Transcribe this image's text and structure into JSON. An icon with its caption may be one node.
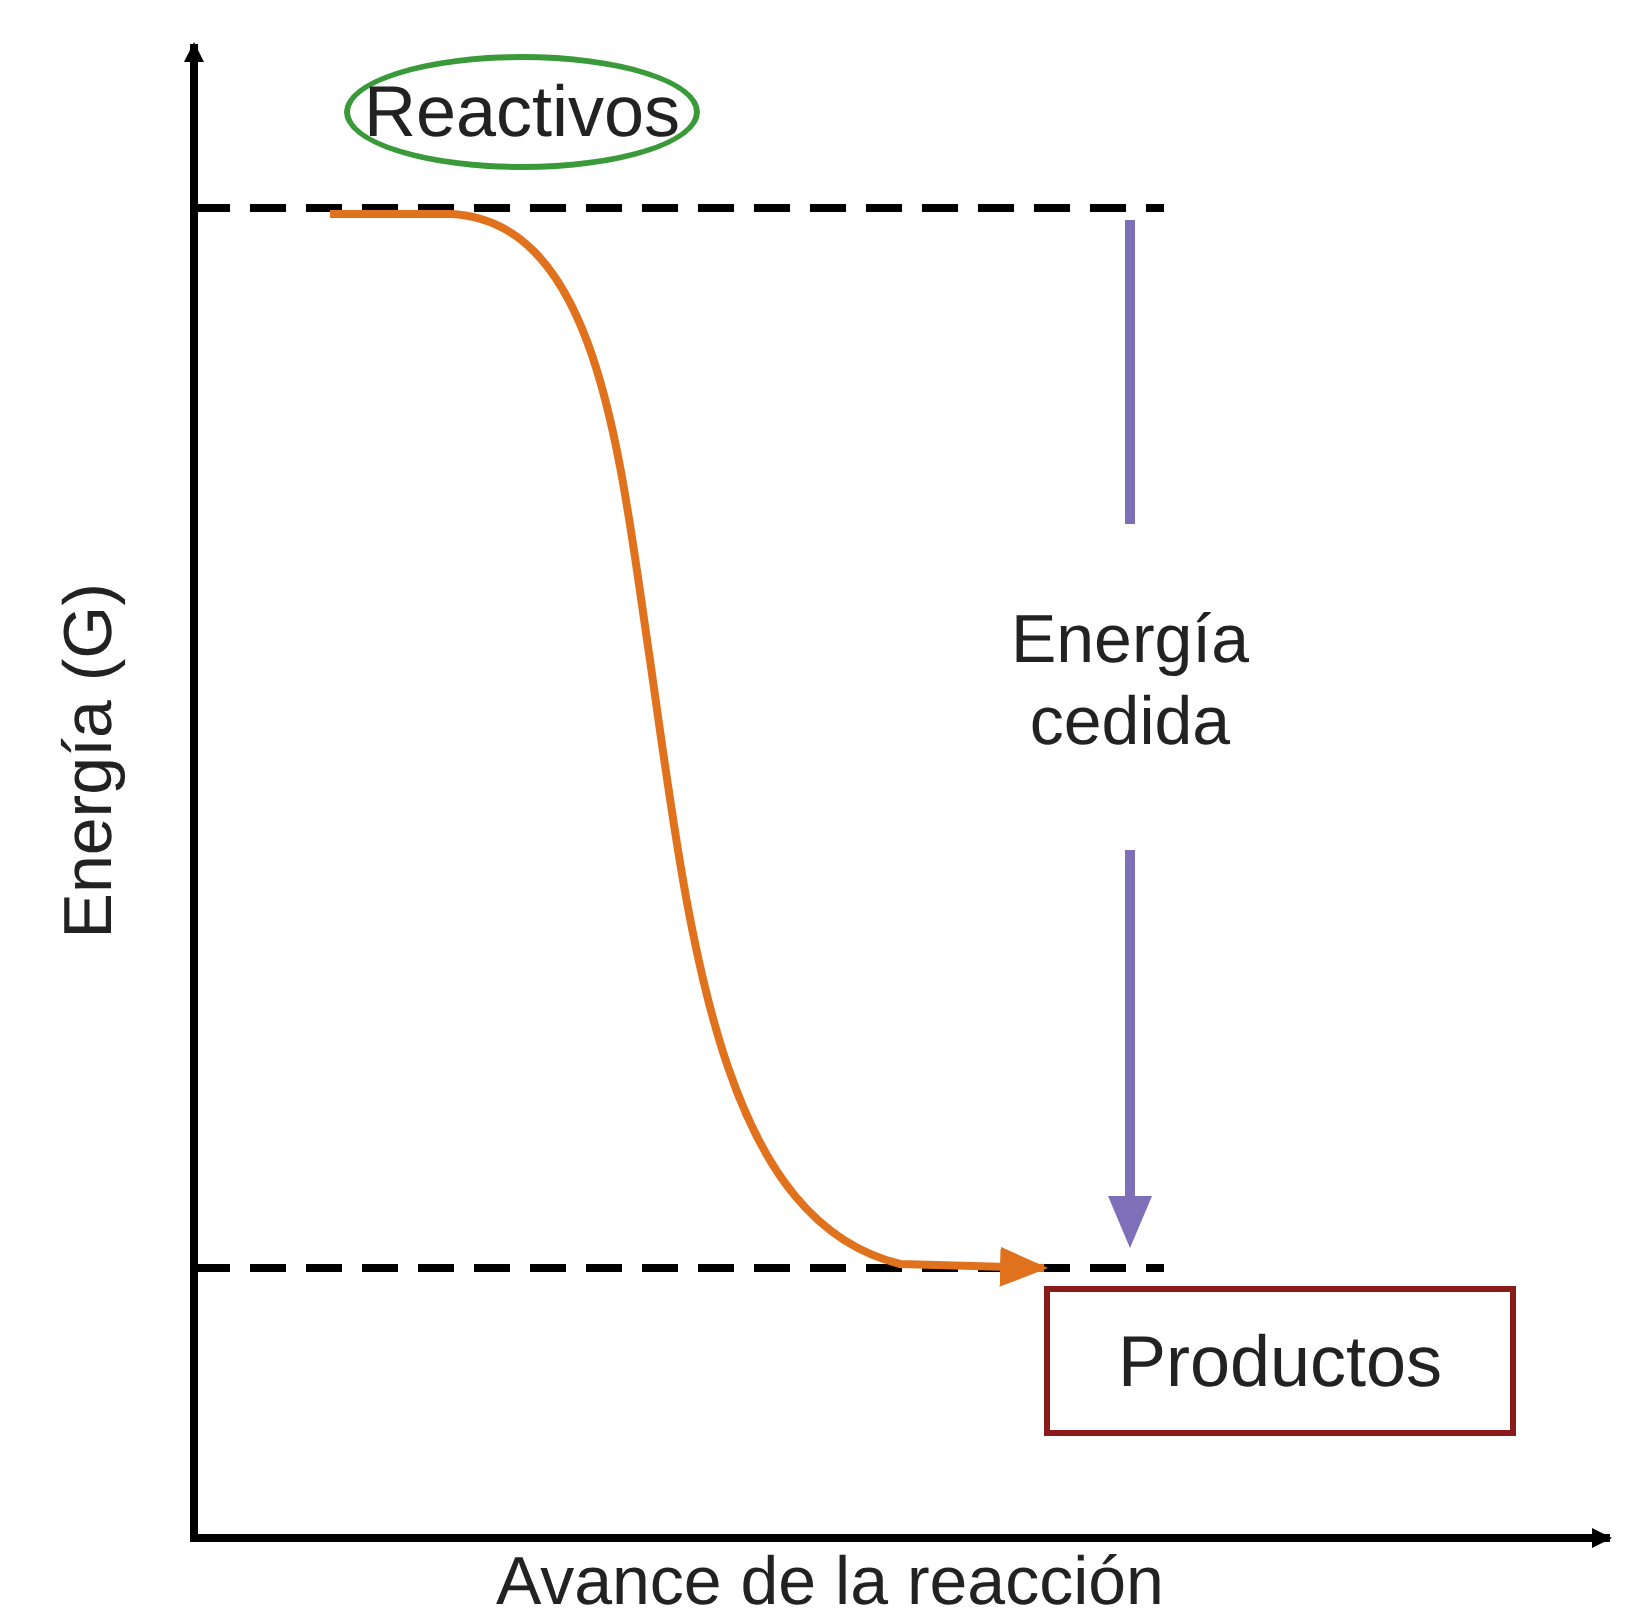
{
  "diagram": {
    "nodes": [
      {
        "text": [
          "Reactivos"
        ]
      },
      {
        "text": [
          "Productos"
        ]
      }
    ],
    "labels": [
      "Energía (G)",
      "Energía cedida",
      "Avance de la reacción"
    ]
  }
}
